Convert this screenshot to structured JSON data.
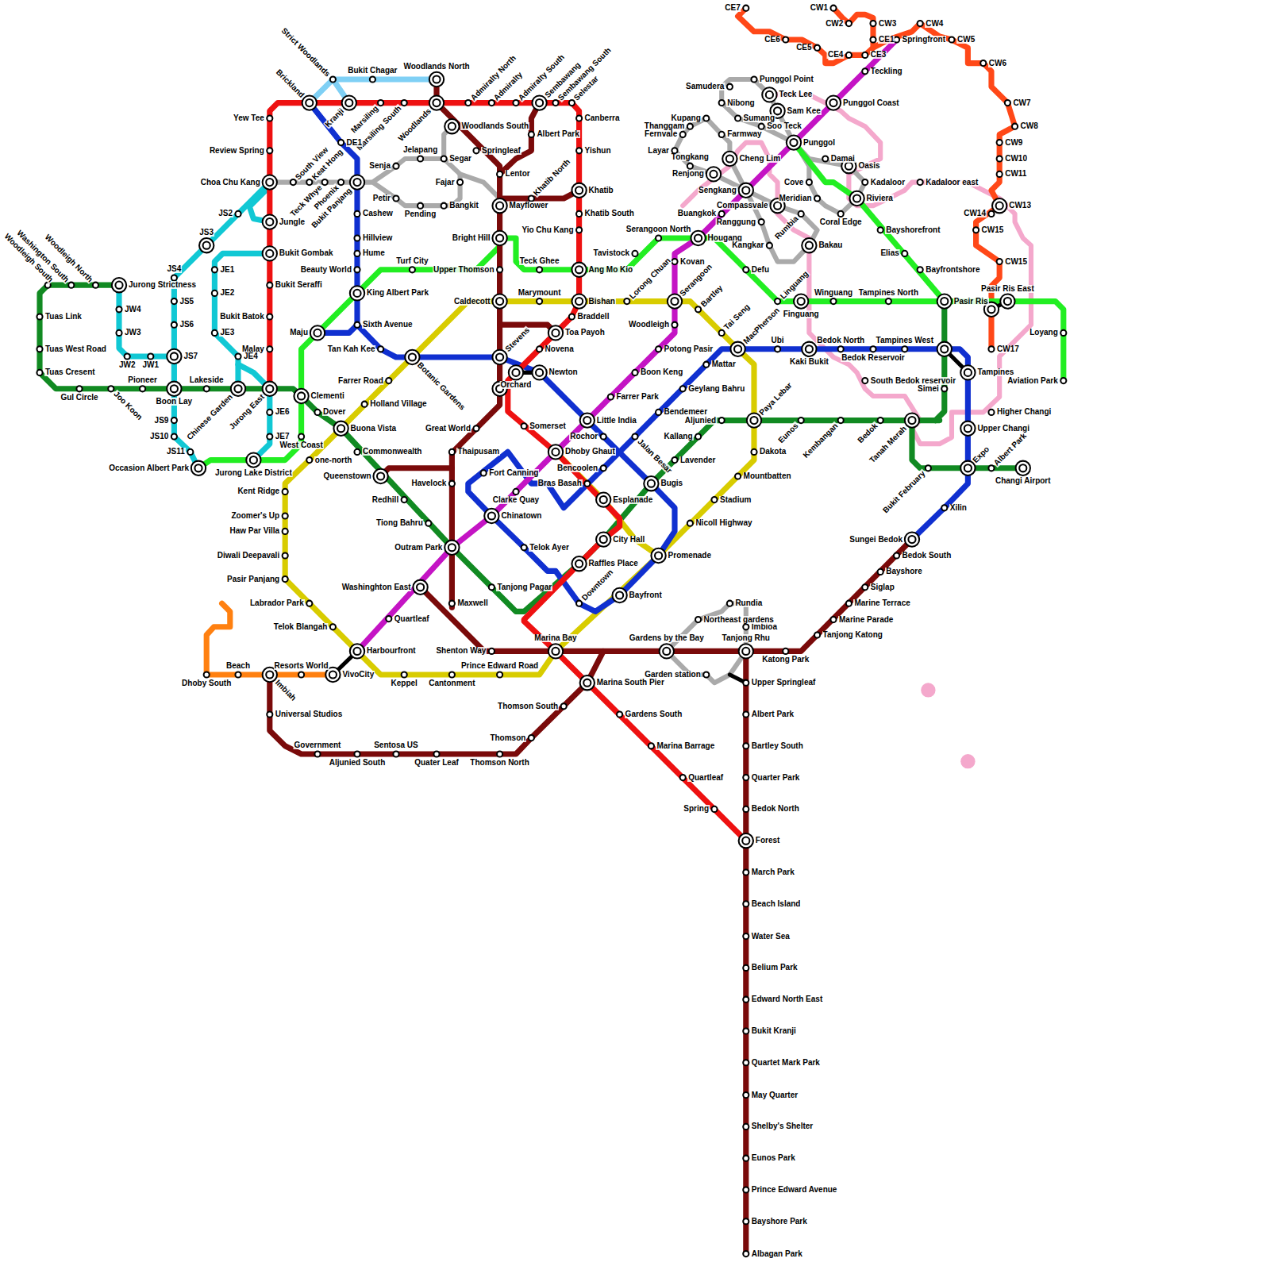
{
  "diagram": {
    "labels": [
      "Strict Woodlands",
      "Brickland",
      "Bukit Chagar",
      "Woodlands North",
      "Kranji",
      "Marsiling",
      "Marsiling South",
      "Woodlands",
      "Admiralty North",
      "Admiralty",
      "Admiralty South",
      "Sembawang",
      "Sembawang South",
      "Selestar",
      "Canberra",
      "Woodlands South",
      "Albert Park",
      "Yishun",
      "Springleaf",
      "Lentor",
      "Khatib North",
      "Khatib",
      "Mayflower",
      "Khatib South",
      "Yio Chu Kang",
      "Bright Hill",
      "Teck Ghee",
      "Ang Mo Kio",
      "Upper Thomson",
      "Marymount",
      "Caldecott",
      "Bishan",
      "Braddell",
      "Stevens",
      "Toa Payoh",
      "Novena",
      "Orchard",
      "Newton",
      "Somerset",
      "Great World",
      "Thaipusam",
      "Fort Canning",
      "Havelock",
      "Clarke Quay",
      "Dhoby Ghaut",
      "Bencoolen",
      "Bras Basah",
      "Esplanade",
      "Chinatown",
      "City Hall",
      "Telok Ayer",
      "Raffles Place",
      "Tanjong Pagar",
      "Downtown",
      "Bayfront",
      "Promenade",
      "Yew Tee",
      "Review Spring",
      "Choa Chu Kang",
      "South View",
      "Keat Hong",
      "DE1",
      "Teck Whye",
      "Phoenix",
      "Bukit Panjang",
      "Senja",
      "Jelapang",
      "Segar",
      "Fajar",
      "Petir",
      "Pending",
      "Bangkit",
      "Cashew",
      "JS2",
      "Jungle",
      "JS3",
      "Hillview",
      "Bukit Gombak",
      "Hume",
      "Turf City",
      "JE1",
      "JS4",
      "Beauty World",
      "Woodleigh North",
      "Washington South",
      "Woodleigh South",
      "Jurong Strictness",
      "Bukit Seraffi",
      "King Albert Park",
      "JE2",
      "JS5",
      "JW4",
      "Tuas Link",
      "Bukit Batok",
      "JS6",
      "Maju",
      "Sixth Avenue",
      "JW3",
      "JE3",
      "Tuas West Road",
      "Malay",
      "Tan Kah Kee",
      "Botanic Gardens",
      "JS7",
      "JE4",
      "JW2",
      "JW1",
      "Tuas Cresent",
      "Farrer Road",
      "Pioneer",
      "Lakeside",
      "Gul Circle",
      "Joo Koon",
      "Boon Lay",
      "Chinese Garden",
      "Jurong East",
      "Clementi",
      "Holland Village",
      "Dover",
      "JE6",
      "JS9",
      "Buona Vista",
      "JS10",
      "JE7",
      "West Coast",
      "JS11",
      "Commonwealth",
      "one-north",
      "Jurong Lake District",
      "Occasion Albert Park",
      "Queenstown",
      "Kent Ridge",
      "Redhill",
      "Zoomer's Up",
      "Tiong Bahru",
      "Haw Par Villa",
      "Outram Park",
      "Diwali Deepavali",
      "Pasir Panjang",
      "Washinghton East",
      "Maxwell",
      "Labrador Park",
      "Quartleaf",
      "Telok Blangah",
      "Harbourfront",
      "Shenton Way",
      "Marina Bay",
      "Beach",
      "Resorts World",
      "Dhoby South",
      "VivoCity",
      "Keppel",
      "Cantonment",
      "Prince Edward Road",
      "Imbiah",
      "Marina South Pier",
      "Universal Studios",
      "Thomson South",
      "Gardens South",
      "Thomson",
      "Government",
      "Sentosa US",
      "Aljunied South",
      "Quater Leaf",
      "Thomson North",
      "Marina Barrage",
      "Quartleaf",
      "Spring",
      "Forest",
      "Upper Springleaf",
      "Albert Park",
      "Bartley South",
      "Quarter Park",
      "Bedok North",
      "March Park",
      "Beach Island",
      "Water Sea",
      "Belium Park",
      "Edward North East",
      "Bukit Kranji",
      "Quartet Mark Park",
      "May Quarter",
      "Shelby's Shelter",
      "Eunos Park",
      "Prince Edward Avenue",
      "Bayshore Park",
      "Albagan Park",
      "Little India",
      "Rochor",
      "Farrer Park",
      "Boon Keng",
      "Potong Pasir",
      "Woodleigh",
      "Jalan Besar",
      "Bugis",
      "Lavender",
      "Kallang",
      "Bendemeer",
      "Geylang Bahru",
      "Mattar",
      "Aljunied",
      "Paya Lebar",
      "Dakota",
      "Mountbatten",
      "Stadium",
      "Nicoll Highway",
      "MacPherson",
      "Tai Seng",
      "Bartley",
      "Serangoon",
      "Lorong Chuan",
      "Kovan",
      "Tavistock",
      "Serangoon North",
      "Hougang",
      "Buangkok",
      "Defu",
      "Linguang",
      "Finguang",
      "Winguang",
      "Tampines North",
      "Pasir Ris",
      "Pasir Ris East",
      "Loyang",
      "Aviation Park",
      "Ubi",
      "Kaki Bukit",
      "Bedok North",
      "Bedok Reservoir",
      "Tampines West",
      "Tampines",
      "South Bedok reservoir",
      "Simei",
      "Higher Changi",
      "Eunos",
      "Kembangan",
      "Bedok",
      "Tanah Merah",
      "Upper Changi",
      "Bukit February",
      "Expo",
      "Albert Park",
      "Changi Airport",
      "Xilin",
      "Sungei Bedok",
      "Bedok South",
      "Bayshore",
      "Siglap",
      "Marine Terrace",
      "Marine Parade",
      "Tanjong Katong",
      "Katong Park",
      "Tanjong Rhu",
      "Imbioa",
      "Northeast gardens",
      "Rundia",
      "Gardens by the Bay",
      "Garden station",
      "CE7",
      "CW1",
      "CW2",
      "CW3",
      "CW4",
      "CE6",
      "CE5",
      "CE1",
      "Springfront",
      "CW5",
      "CE4",
      "CE3",
      "CW6",
      "Teckling",
      "Punggol Point",
      "Samudera",
      "Teck Lee",
      "Nibong",
      "Punggol Coast",
      "CW7",
      "Sam Kee",
      "Kupang",
      "Sumang",
      "Thanggam",
      "Soo Teck",
      "CW8",
      "Fernvale",
      "Farmway",
      "Punggol",
      "CW9",
      "Layar",
      "Cheng Lim",
      "Damai",
      "CW10",
      "Tongkang",
      "Oasis",
      "Renjong",
      "Cove",
      "Kadaloor",
      "Kadaloor east",
      "CW11",
      "Sengkang",
      "Meridian",
      "Riviera",
      "Compassvale",
      "CW13",
      "CW14",
      "Ranggung",
      "Rumbia",
      "Coral Edge",
      "Bayshorefront",
      "CW15",
      "Kangkar",
      "Bakau",
      "Elias",
      "Bayfrontshore",
      "CW15",
      "CW17"
    ]
  }
}
